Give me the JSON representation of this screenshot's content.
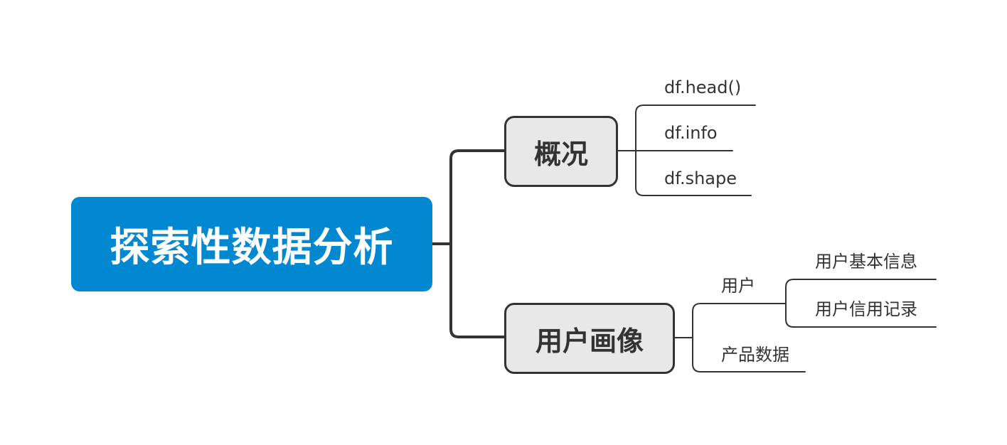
{
  "mindmap": {
    "root": {
      "label": "探索性数据分析",
      "color": "#0288d1"
    },
    "branches": [
      {
        "label": "概况",
        "children": [
          "df.head()",
          "df.info",
          "df.shape"
        ]
      },
      {
        "label": "用户画像",
        "children": [
          {
            "label": "用户",
            "children": [
              "用户基本信息",
              "用户信用记录"
            ]
          },
          {
            "label": "产品数据"
          }
        ]
      }
    ]
  },
  "colors": {
    "line": "#333333",
    "node_fill": "#e8e8e8",
    "root_text": "#ffffff",
    "text": "#333333"
  }
}
